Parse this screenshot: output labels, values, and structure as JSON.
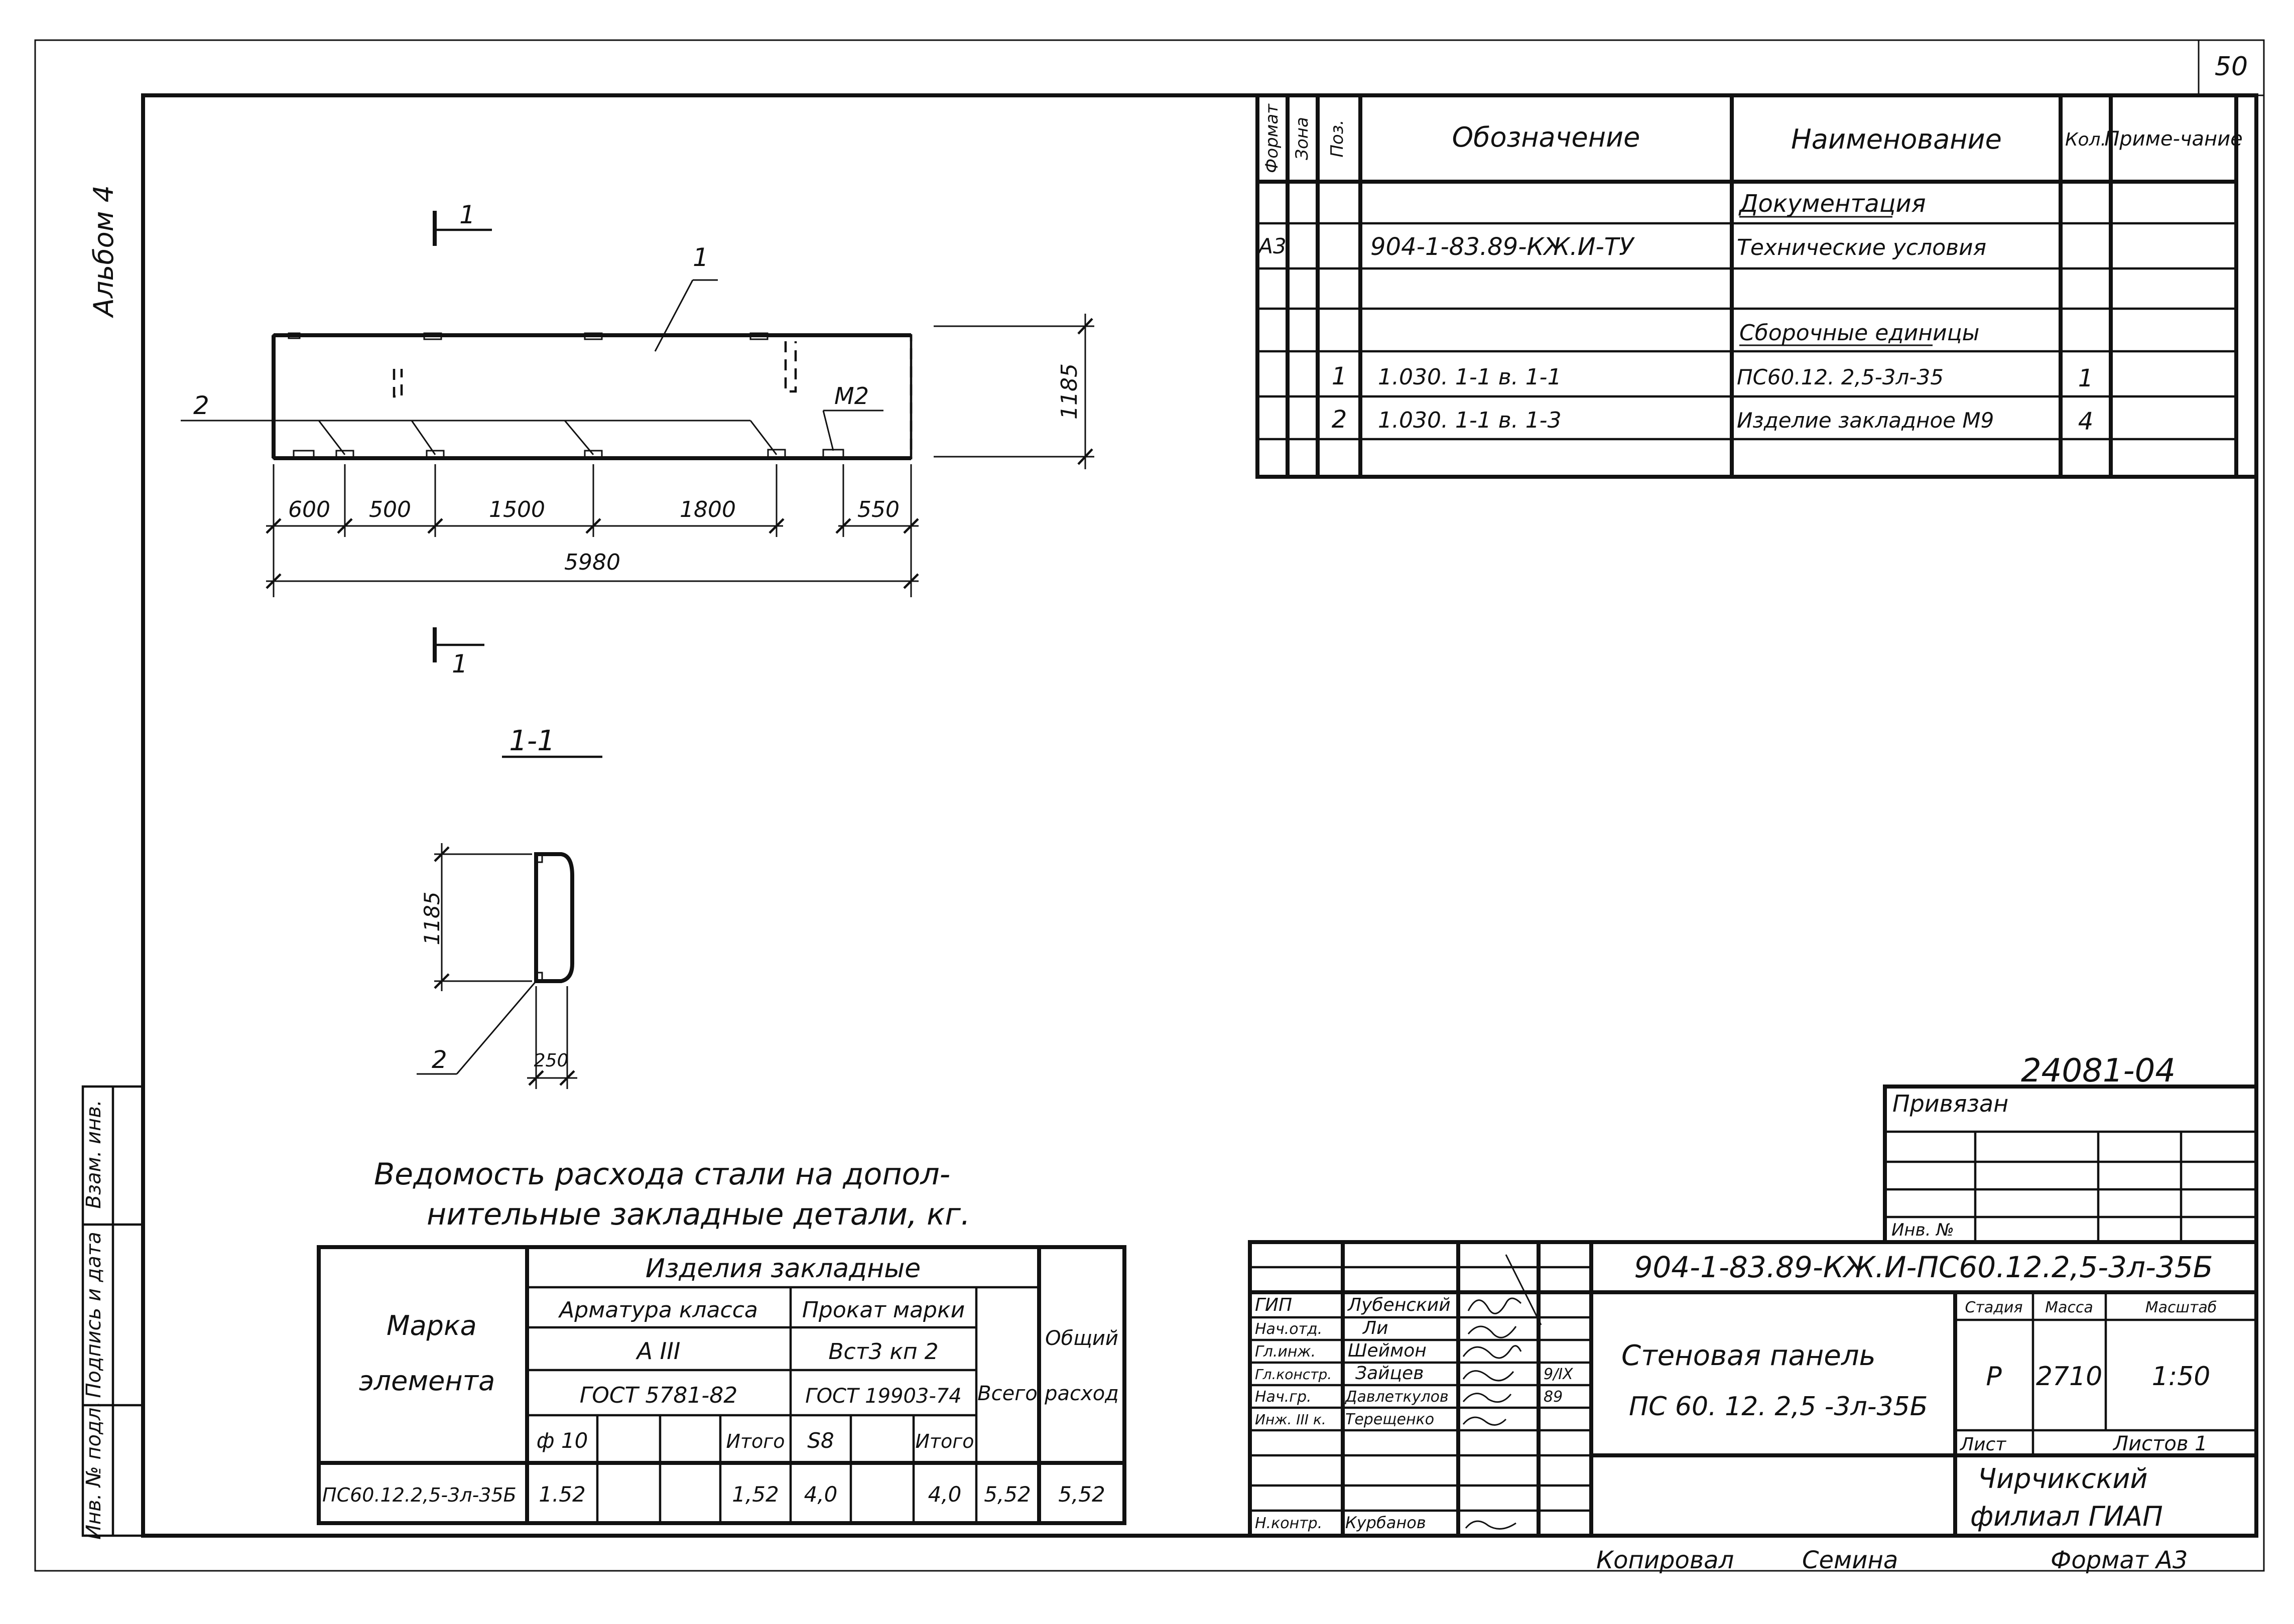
{
  "sheet": {
    "sheet_number": "50",
    "album": "Альбом 4",
    "drawing_code": "24081-04",
    "privyazan": "Привязан",
    "inv_no": "Инв. №",
    "kopiroval": "Копировал",
    "kopiroval_name": "Семина",
    "format": "Формат А3"
  },
  "side_stamp": {
    "vzam": "Взам. инв.",
    "podpis": "Подпись и дата",
    "inv_podl": "Инв. № подл."
  },
  "plan": {
    "section_marker": "1",
    "leader_labels": [
      "1",
      "2",
      "М2"
    ],
    "height_dim": "1185",
    "dims": [
      "600",
      "500",
      "1500",
      "1800",
      "550"
    ],
    "total": "5980"
  },
  "section": {
    "title": "1-1",
    "height_dim": "1185",
    "width_dim": "250",
    "leader": "2"
  },
  "spec": {
    "headers": {
      "format": "Формат",
      "zona": "Зона",
      "poz": "Поз.",
      "oboznach": "Обозначение",
      "naimen": "Наименование",
      "kol": "Кол.",
      "prim": "Приме-чание"
    },
    "rows": [
      {
        "format": "",
        "poz": "",
        "oboznach": "",
        "naimen": "Документация",
        "kol": "",
        "underline": true
      },
      {
        "format": "А3",
        "poz": "",
        "oboznach": "904-1-83.89-КЖ.И-ТУ",
        "naimen": "Технические условия",
        "kol": "",
        "underline": false
      },
      {
        "format": "",
        "poz": "",
        "oboznach": "",
        "naimen": "",
        "kol": "",
        "underline": false
      },
      {
        "format": "",
        "poz": "",
        "oboznach": "",
        "naimen": "Сборочные единицы",
        "kol": "",
        "underline": true
      },
      {
        "format": "",
        "poz": "1",
        "oboznach": "1.030. 1-1      в. 1-1",
        "naimen": "ПС60.12. 2,5-3л-35",
        "kol": "1",
        "underline": false
      },
      {
        "format": "",
        "poz": "2",
        "oboznach": "1.030. 1-1      в. 1-3",
        "naimen": "Изделие закладное М9",
        "kol": "4",
        "underline": false
      },
      {
        "format": "",
        "poz": "",
        "oboznach": "",
        "naimen": "",
        "kol": "",
        "underline": false
      }
    ]
  },
  "steel": {
    "title_line1": "Ведомость расхода стали на допол-",
    "title_line2": "нительные закладные детали, кг.",
    "marka": "Марка",
    "elementa": "элемента",
    "izdeliya": "Изделия закладные",
    "armatura": "Арматура класса",
    "klass": "А III",
    "gost1": "ГОСТ 5781-82",
    "prokat": "Прокат марки",
    "marka_stali": "Вст3 кп 2",
    "gost2": "ГОСТ 19903-74",
    "vsego": "Всего",
    "obshiy": "Общий",
    "rashod": "расход",
    "d10": "ф 10",
    "itogo": "Итого",
    "s8": "S8",
    "row": {
      "marka": "ПС60.12.2,5-3л-35Б",
      "d10": "1.52",
      "itogo1": "1,52",
      "s8": "4,0",
      "itogo2": "4,0",
      "vsego": "5,52",
      "obshiy": "5,52"
    }
  },
  "title_block": {
    "designation": "904-1-83.89-КЖ.И-ПС60.12.2,5-3л-35Б",
    "name_line1": "Стеновая панель",
    "name_line2": "ПС 60. 12. 2,5 -3л-35Б",
    "stadiya_h": "Стадия",
    "massa_h": "Масса",
    "masshtab_h": "Масштаб",
    "stadiya": "Р",
    "massa": "2710",
    "masshtab": "1:50",
    "list": "Лист",
    "listov": "Листов 1",
    "org_line1": "Чирчикский",
    "org_line2": "филиал ГИАП",
    "people": [
      {
        "role": "ГИП",
        "name": "Лубенский"
      },
      {
        "role": "Нач.отд.",
        "name": "Ли"
      },
      {
        "role": "Гл.инж.",
        "name": "Шеймон"
      },
      {
        "role": "Гл.констр.",
        "name": "Зайцев"
      },
      {
        "role": "Нач.гр.",
        "name": "Давлеткулов"
      },
      {
        "role": "Инж. III к.",
        "name": "Терещенко"
      }
    ],
    "date1": "9/IX",
    "date2": "89",
    "nkontr_role": "Н.контр.",
    "nkontr_name": "Курбанов"
  }
}
